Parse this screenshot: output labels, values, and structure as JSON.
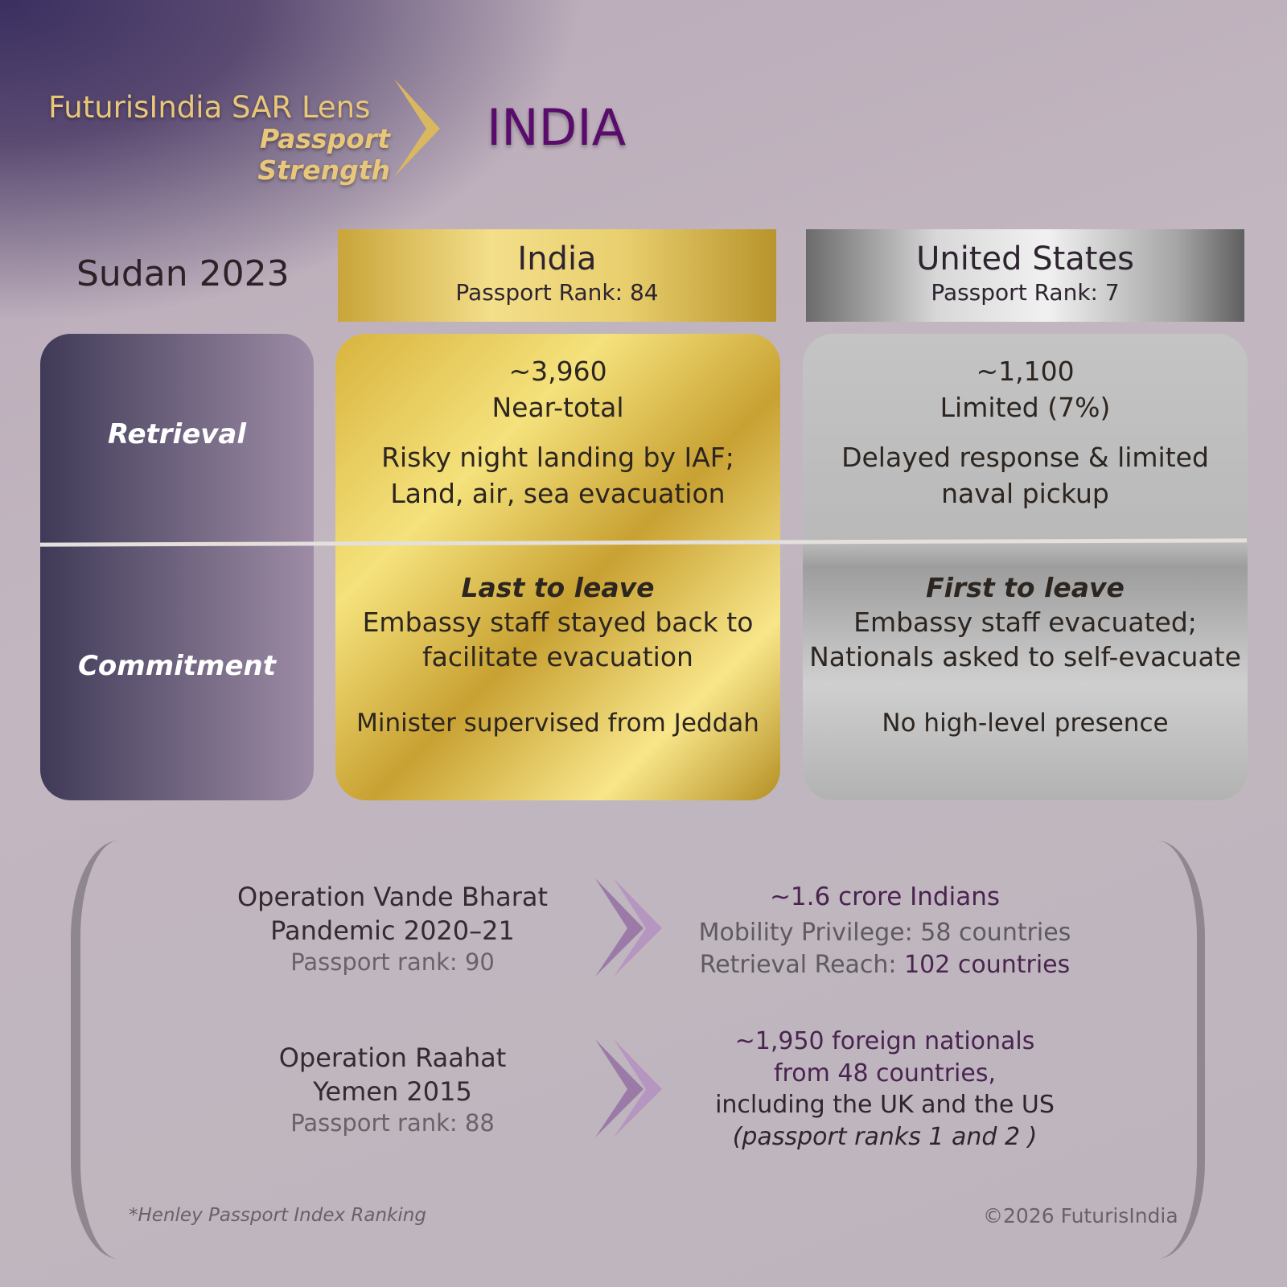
{
  "header": {
    "brand": "FuturisIndia SAR Lens",
    "subtitle": "Passport Strength",
    "country": "INDIA"
  },
  "section": {
    "label": "Sudan 2023"
  },
  "columns": [
    {
      "name": "India",
      "rank": "Passport Rank: 84"
    },
    {
      "name": "United States",
      "rank": "Passport Rank: 7"
    }
  ],
  "rows": {
    "retrieval": "Retrieval",
    "commitment": "Commitment"
  },
  "india": {
    "count": "~3,960",
    "coverage": "Near-total",
    "retrieval_note": [
      "Risky night landing by IAF;",
      "Land, air, sea evacuation"
    ],
    "commit_title": "Last to leave",
    "commit_note": [
      "Embassy staff stayed back to",
      "facilitate evacuation"
    ],
    "presence": "Minister supervised from Jeddah"
  },
  "us": {
    "count": "~1,100",
    "coverage": "Limited (7%)",
    "retrieval_note": [
      "Delayed response & limited",
      "naval pickup"
    ],
    "commit_title": "First to leave",
    "commit_note": [
      "Embassy staff evacuated;",
      "Nationals asked to self-evacuate"
    ],
    "presence": "No high-level presence"
  },
  "operations": [
    {
      "name": "Operation Vande Bharat",
      "context": "Pandemic 2020–21",
      "rank": "Passport rank: 90",
      "result": "~1.6 crore Indians",
      "mobility_label": "Mobility Privilege:",
      "mobility_value": "58 countries",
      "reach_label": "Retrieval Reach:",
      "reach_value": "102 countries"
    },
    {
      "name": "Operation Raahat",
      "context": "Yemen 2015",
      "rank": "Passport rank: 88",
      "result_lines": [
        "~1,950 foreign nationals",
        "from 48 countries,",
        "including the UK and the US",
        "(passport ranks 1 and 2 )"
      ]
    }
  ],
  "footer": {
    "note": "*Henley Passport Index Ranking",
    "copyright": "©2026 FuturisIndia"
  }
}
